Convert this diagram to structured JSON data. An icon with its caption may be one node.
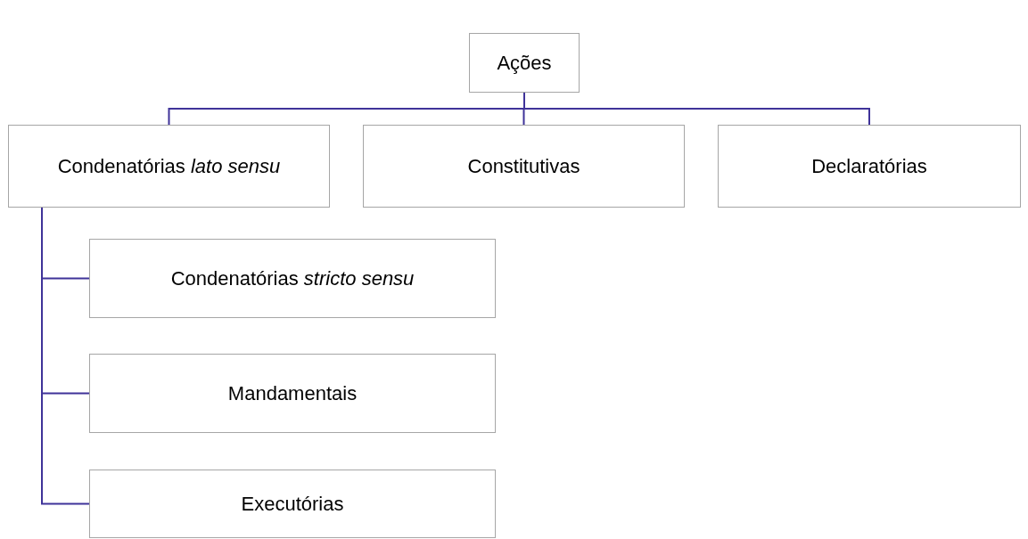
{
  "diagram": {
    "nodes": [
      {
        "text": [
          "Ações"
        ]
      },
      {
        "text": [
          "Condenatórias *lato sensu*"
        ]
      },
      {
        "text": [
          "Constitutivas"
        ]
      },
      {
        "text": [
          "Declaratórias"
        ]
      },
      {
        "text": [
          "Condenatórias *stricto sensu*"
        ]
      },
      {
        "text": [
          "Mandamentais"
        ]
      },
      {
        "text": [
          "Executórias"
        ]
      }
    ],
    "edges": [
      {
        "from": 0,
        "to": 1,
        "arrow": "none"
      },
      {
        "from": 0,
        "to": 2,
        "arrow": "none"
      },
      {
        "from": 0,
        "to": 3,
        "arrow": "none"
      },
      {
        "from": 1,
        "to": 4,
        "arrow": "none"
      },
      {
        "from": 1,
        "to": 5,
        "arrow": "none"
      },
      {
        "from": 1,
        "to": 6,
        "arrow": "none"
      }
    ]
  }
}
